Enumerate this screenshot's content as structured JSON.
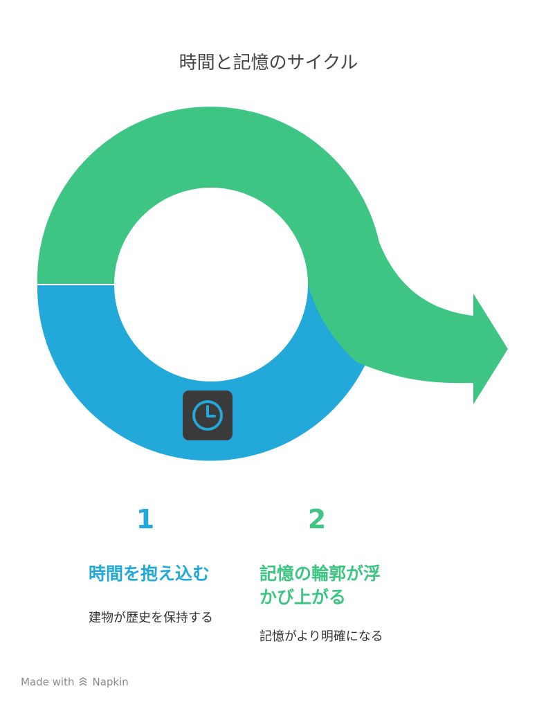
{
  "title": "時間と記憶のサイクル",
  "colors": {
    "blue": "#22A9DA",
    "green": "#3EC583",
    "icon_bg": "#3A3A3A"
  },
  "icon": "clock-icon",
  "steps": [
    {
      "number": "1",
      "title": "時間を抱え込む",
      "description": "建物が歴史を保持する"
    },
    {
      "number": "2",
      "title_line1": "記憶の輪郭が浮",
      "title_line2": "かび上がる",
      "description": "記憶がより明確になる"
    }
  ],
  "footer": {
    "made_with": "Made with",
    "brand": "Napkin"
  }
}
